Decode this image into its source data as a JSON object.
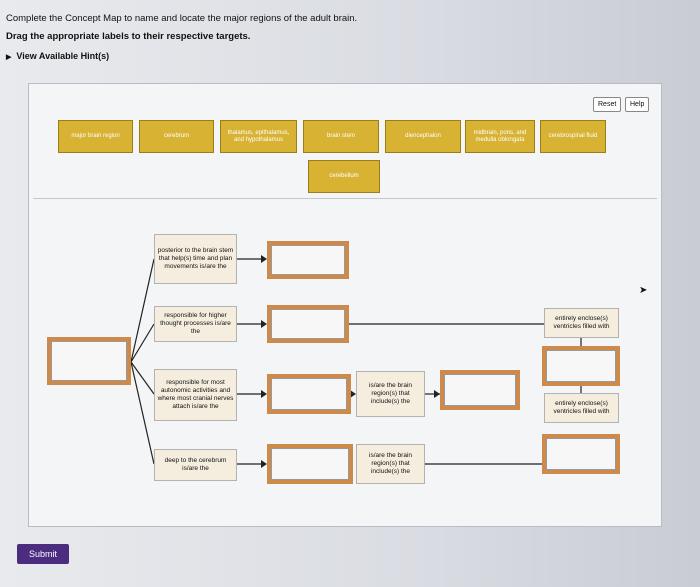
{
  "instructions": {
    "line1": "Complete the Concept Map to name and locate the major regions of the adult brain.",
    "line2": "Drag the appropriate labels to their respective targets.",
    "hint_link": "View Available Hint(s)"
  },
  "buttons": {
    "reset": "Reset",
    "help": "Help",
    "submit": "Submit"
  },
  "labels": [
    "major brain region",
    "cerebrum",
    "thalamus, epithalamus, and hypothalamus",
    "brain stem",
    "diencephalon",
    "midbrain, pons, and medulla oblongata",
    "cerebrospinal fluid",
    "cerebellum"
  ],
  "concepts": {
    "posterior": "posterior to the brain stem that help(s) time and plan movements is/are the",
    "higher_thought": "responsible for higher thought processes is/are the",
    "autonomic": "responsible for most autonomic activities and where most cranial nerves attach is/are the",
    "deep": "deep to the cerebrum is/are the",
    "includes_1": "is/are the brain region(s) that include(s) the",
    "includes_2": "is/are the brain region(s) that include(s) the",
    "enclose_1": "entirely enclose(s) ventricles filled with",
    "enclose_2": "entirely enclose(s) ventricles filled with"
  }
}
